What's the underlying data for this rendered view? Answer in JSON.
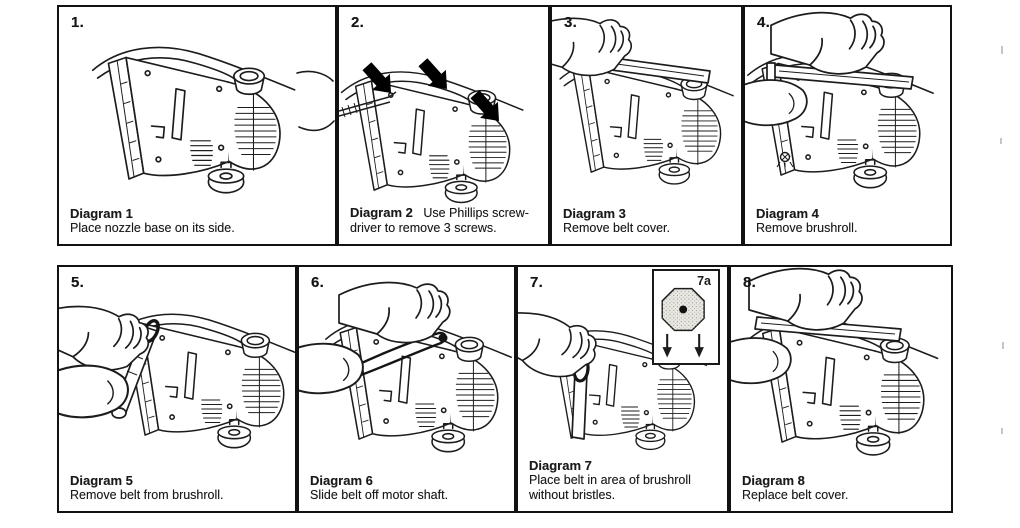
{
  "page": {
    "kind": "vacuum-belt-replacement-instructions"
  },
  "panels": [
    {
      "number": "1.",
      "title": "Diagram 1",
      "caption": "Place nozzle base on its side."
    },
    {
      "number": "2.",
      "title": "Diagram 2",
      "caption": "Use Phillips screw-driver to remove 3 screws."
    },
    {
      "number": "3.",
      "title": "Diagram 3",
      "caption": "Remove belt cover."
    },
    {
      "number": "4.",
      "title": "Diagram 4",
      "caption": "Remove brushroll."
    },
    {
      "number": "5.",
      "title": "Diagram 5",
      "caption": "Remove belt from brushroll."
    },
    {
      "number": "6.",
      "title": "Diagram 6",
      "caption": "Slide belt off motor shaft."
    },
    {
      "number": "7.",
      "title": "Diagram 7",
      "caption": "Place belt in area of brushroll without bristles."
    },
    {
      "number": "8.",
      "title": "Diagram 8",
      "caption": "Replace belt cover."
    }
  ],
  "inset": {
    "label": "7a"
  },
  "colors": {
    "ink": "#1c1c1c",
    "paper": "#ffffff",
    "arrow": "#000000",
    "inset_fill": "#e9e8e2"
  }
}
